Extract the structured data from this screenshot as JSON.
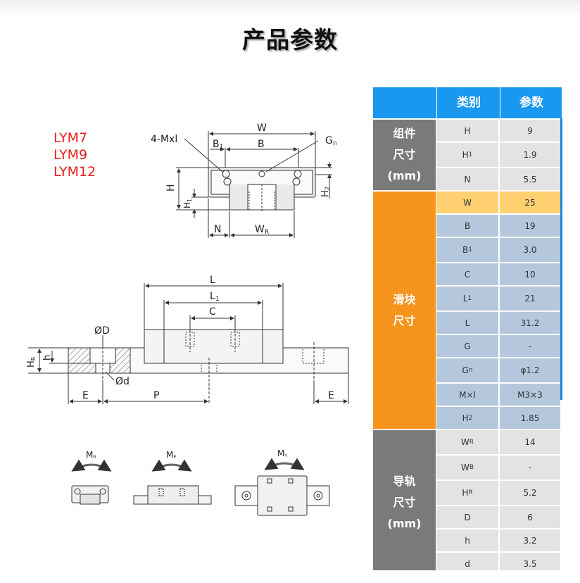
{
  "page": {
    "title": "产品参数"
  },
  "models": [
    "LYM7",
    "LYM9",
    "LYM12"
  ],
  "drawing": {
    "top_labels": {
      "W": "W",
      "mxl": "4-Mxl",
      "B1": "B",
      "B1_sub": "1",
      "B": "B",
      "Gn": "G",
      "Gn_sub": "n",
      "H": "H",
      "H1": "H",
      "H1_sub": "1",
      "H2": "H",
      "H2_sub": "2",
      "N": "N",
      "WR": "W",
      "WR_sub": "R"
    },
    "side_labels": {
      "L": "L",
      "L1": "L",
      "L1_sub": "1",
      "C": "C",
      "OD": "ØD",
      "Od": "Ød",
      "HR": "H",
      "HR_sub": "R",
      "h": "h",
      "E_left": "E",
      "P": "P",
      "E_right": "E"
    },
    "moment_labels": {
      "Mr": "M",
      "Mr_sub": "R",
      "Mp": "M",
      "Mp_sub": "P",
      "My": "M",
      "My_sub": "Y"
    }
  },
  "table": {
    "headers": [
      "",
      "类别",
      "参数"
    ],
    "groups": [
      {
        "label": "组件\n尺寸\n(mm)",
        "color": "#7a7a7a",
        "rows": [
          {
            "name": "H",
            "sub": "",
            "value": "9"
          },
          {
            "name": "H",
            "sub": "1",
            "value": "1.9"
          },
          {
            "name": "N",
            "sub": "",
            "value": "5.5"
          }
        ]
      },
      {
        "label": "滑块\n尺寸",
        "color": "#f7941d",
        "rows": [
          {
            "name": "W",
            "sub": "",
            "value": "25",
            "highlight": true
          },
          {
            "name": "B",
            "sub": "",
            "value": "19"
          },
          {
            "name": "B",
            "sub": "1",
            "value": "3.0"
          },
          {
            "name": "C",
            "sub": "",
            "value": "10"
          },
          {
            "name": "L",
            "sub": "1",
            "value": "21"
          },
          {
            "name": "L",
            "sub": "",
            "value": "31.2"
          },
          {
            "name": "G",
            "sub": "",
            "value": "-"
          },
          {
            "name": "G",
            "sub": "n",
            "value": "φ1.2"
          },
          {
            "name": "M×l",
            "sub": "",
            "value": "M3×3"
          },
          {
            "name": "H",
            "sub": "2",
            "value": "1.85"
          }
        ]
      },
      {
        "label": "导轨\n尺寸\n(mm)",
        "color": "#7a7a7a",
        "rows": [
          {
            "name": "W",
            "sub": "R",
            "value": "14"
          },
          {
            "name": "W",
            "sub": "B",
            "value": "-"
          },
          {
            "name": "H",
            "sub": "R",
            "value": "5.2"
          },
          {
            "name": "D",
            "sub": "",
            "value": "6"
          },
          {
            "name": "h",
            "sub": "",
            "value": "3.2"
          },
          {
            "name": "d",
            "sub": "",
            "value": "3.5"
          }
        ]
      }
    ]
  }
}
